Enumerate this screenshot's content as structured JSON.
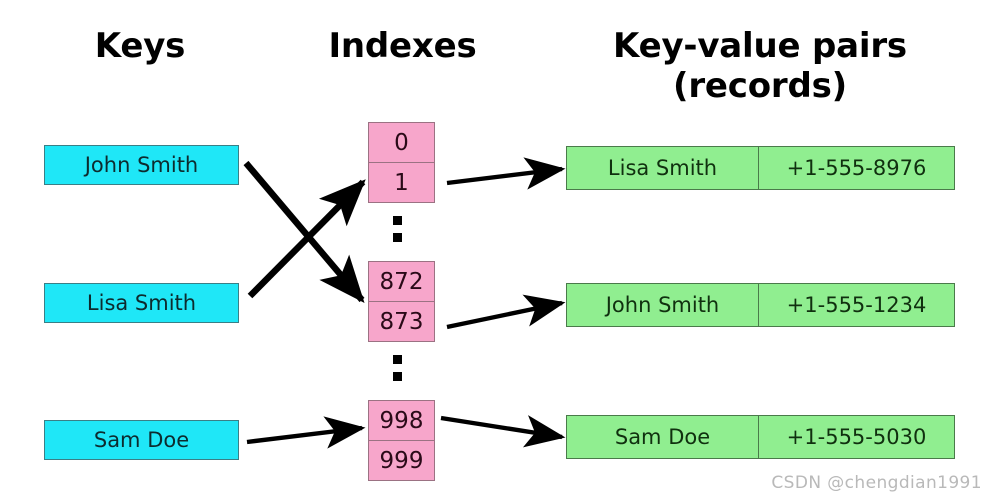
{
  "headers": {
    "keys": "Keys",
    "indexes": "Indexes",
    "records": "Key-value pairs\n(records)"
  },
  "colors": {
    "key_box_fill": "#1fe7f7",
    "key_box_border": "#3a7f86",
    "index_fill": "#f7a6cb",
    "index_border": "#9b7283",
    "record_fill": "#90ee90",
    "record_border": "#4a7a4a",
    "arrow": "#000000",
    "background": "#ffffff",
    "watermark": "#b9b9b9"
  },
  "keys": [
    {
      "label": "John Smith"
    },
    {
      "label": "Lisa Smith"
    },
    {
      "label": "Sam Doe"
    }
  ],
  "index_groups": [
    {
      "cells": [
        "0",
        "1"
      ]
    },
    {
      "cells": [
        "872",
        "873"
      ]
    },
    {
      "cells": [
        "998",
        "999"
      ]
    }
  ],
  "records": [
    {
      "name": "Lisa Smith",
      "phone": "+1-555-8976"
    },
    {
      "name": "John Smith",
      "phone": "+1-555-1234"
    },
    {
      "name": "Sam Doe",
      "phone": "+1-555-5030"
    }
  ],
  "mappings": [
    {
      "from": "John Smith",
      "to_index": "873"
    },
    {
      "from": "Lisa Smith",
      "to_index": "1"
    },
    {
      "from": "Sam Doe",
      "to_index": "998"
    },
    {
      "from_index": "1",
      "to_record": "Lisa Smith"
    },
    {
      "from_index": "873",
      "to_record": "John Smith"
    },
    {
      "from_index": "998",
      "to_record": "Sam Doe"
    }
  ],
  "watermark": "CSDN @chengdian1991"
}
